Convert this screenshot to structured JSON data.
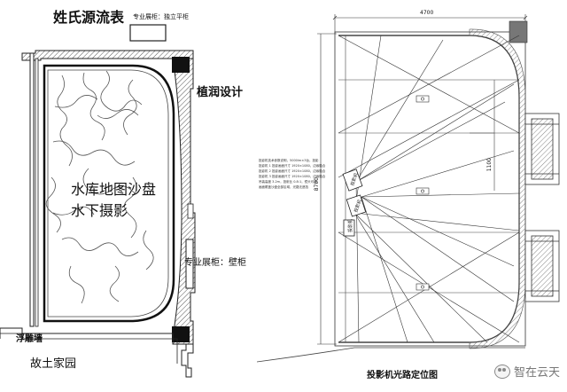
{
  "left": {
    "title": "姓氏源流表",
    "cabinet_top_label": "专业展柜：独立平柜",
    "frame_label": "植润设计",
    "sandtable_line1": "水库地图沙盘",
    "sandtable_line2": "水下摄影",
    "cabinet_side_label": "专业展柜：壁柜",
    "floating_wall_label": "浮雕墙",
    "homeland_label": "故土家园"
  },
  "right": {
    "dim_width": "4700",
    "dim_height": "8700",
    "dim_inner": "1100",
    "caption": "投影机光路定位图",
    "projector_labels": [
      "投影机",
      "投影机",
      "投影机"
    ],
    "notes": [
      "投影机技术参数说明，5000lm×3台，投影",
      "投影机 1 投影画面尺寸 1920×1080，边缘融合",
      "投影机 2 投影画面尺寸 1920×1080，边缘融合",
      "投影机 3 投影画面尺寸 1920×1080，边缘融合",
      "吊装高度 3.2m，投射比 0.8:1，镜头可调",
      "画面覆盖沙盘全部区域，光路无遮挡"
    ]
  },
  "watermark": {
    "text": "智在云天",
    "icon": "wechat-icon"
  }
}
